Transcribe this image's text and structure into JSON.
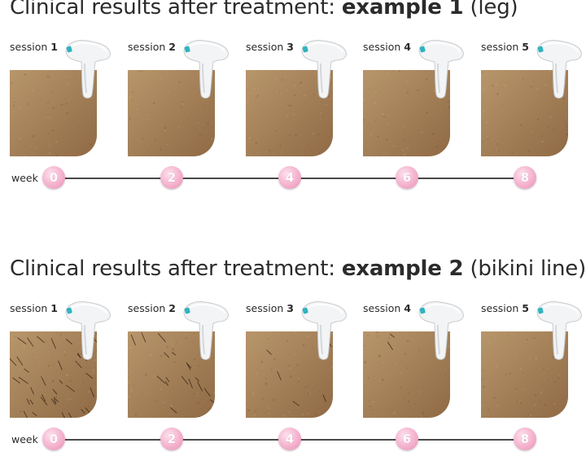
{
  "examples": [
    {
      "title_prefix": "Clinical results after treatment: ",
      "title_bold": "example 1",
      "title_suffix": " (leg)",
      "sessions": [
        {
          "prefix": "session ",
          "number": "1"
        },
        {
          "prefix": "session ",
          "number": "2"
        },
        {
          "prefix": "session ",
          "number": "3"
        },
        {
          "prefix": "session ",
          "number": "4"
        },
        {
          "prefix": "session ",
          "number": "5"
        }
      ],
      "week_label": "week",
      "weeks": [
        "0",
        "2",
        "4",
        "6",
        "8"
      ]
    },
    {
      "title_prefix": "Clinical results after treatment: ",
      "title_bold": "example 2",
      "title_suffix": " (bikini line)",
      "sessions": [
        {
          "prefix": "session ",
          "number": "1"
        },
        {
          "prefix": "session ",
          "number": "2"
        },
        {
          "prefix": "session ",
          "number": "3"
        },
        {
          "prefix": "session ",
          "number": "4"
        },
        {
          "prefix": "session ",
          "number": "5"
        }
      ],
      "week_label": "week",
      "weeks": [
        "0",
        "2",
        "4",
        "6",
        "8"
      ]
    }
  ],
  "colors": {
    "skin_light": "#b8966b",
    "skin_dark": "#8f6a45",
    "timeline_dot": "#f3a9c9",
    "device_accent": "#2fb3c0"
  }
}
